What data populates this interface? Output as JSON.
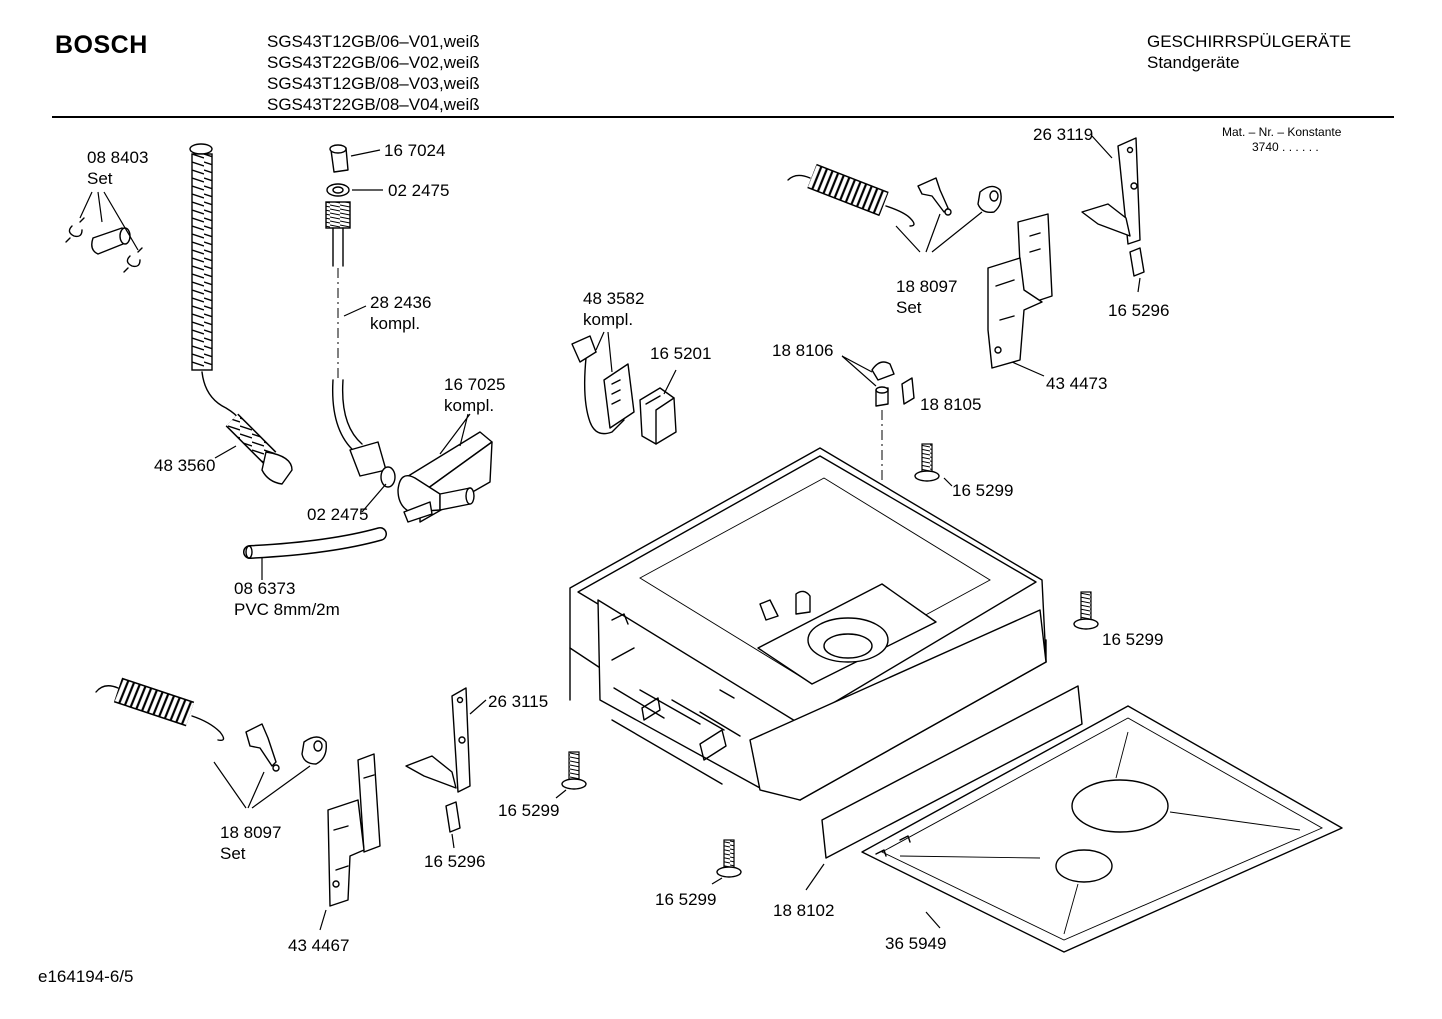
{
  "header": {
    "brand": "BOSCH",
    "models": [
      "SGS43T12GB/06–V01,weiß",
      "SGS43T22GB/06–V02,weiß",
      "SGS43T12GB/08–V03,weiß",
      "SGS43T22GB/08–V04,weiß"
    ],
    "category": "GESCHIRRSPÜLGERÄTE",
    "subcategory": "Standgeräte"
  },
  "constant": {
    "label": "Mat. – Nr. – Konstante",
    "value": "3740  .  .   .  .  .  ."
  },
  "parts": {
    "p088403": [
      "08 8403",
      "Set"
    ],
    "p167024": [
      "16 7024"
    ],
    "p022475a": [
      "02 2475"
    ],
    "p282436": [
      "28 2436",
      "kompl."
    ],
    "p167025": [
      "16 7025",
      "kompl."
    ],
    "p483560": [
      "48 3560"
    ],
    "p022475b": [
      "02 2475"
    ],
    "p086373": [
      "08 6373",
      "PVC 8mm/2m"
    ],
    "p483582": [
      "48 3582",
      "kompl."
    ],
    "p165201": [
      "16 5201"
    ],
    "p188097a": [
      "18 8097",
      "Set"
    ],
    "p188106": [
      "18 8106"
    ],
    "p188105": [
      "18 8105"
    ],
    "p263119": [
      "26 3119"
    ],
    "p165296a": [
      "16 5296"
    ],
    "p434473": [
      "43 4473"
    ],
    "p165299a": [
      "16 5299"
    ],
    "p165299b": [
      "16 5299"
    ],
    "p188097b": [
      "18 8097",
      "Set"
    ],
    "p263115": [
      "26 3115"
    ],
    "p165296b": [
      "16 5296"
    ],
    "p434467": [
      "43 4467"
    ],
    "p165299c": [
      "16 5299"
    ],
    "p165299d": [
      "16 5299"
    ],
    "p188102": [
      "18 8102"
    ],
    "p365949": [
      "36 5949"
    ]
  },
  "footer": {
    "doc_id": "e164194-6/5"
  }
}
